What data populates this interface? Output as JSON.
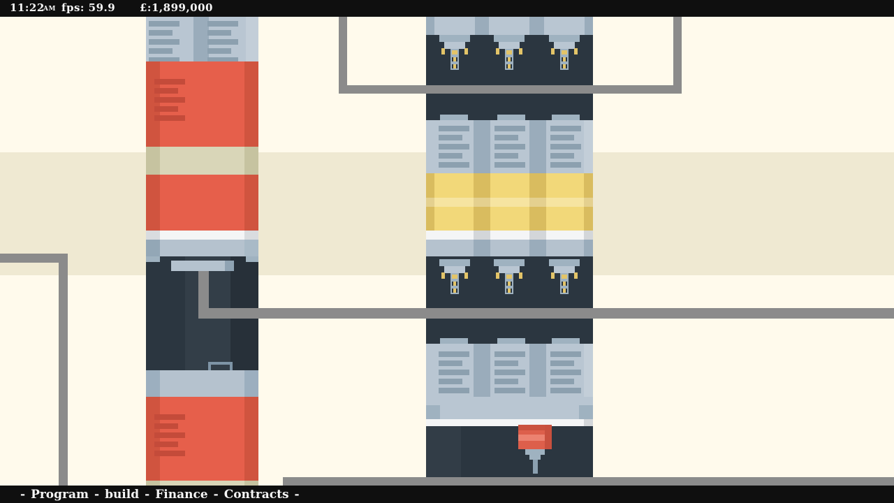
{
  "palette": {
    "cream": "#fffaec",
    "band_beige": "#efe9d2",
    "bar_black": "#0f0f0f",
    "hud_text": "#f5f5f5",
    "pipe_gray": "#8b8b8b",
    "hull_light": "#b9c6d2",
    "hull_medium": "#9aacbb",
    "hull_shade": "#8ca0af",
    "ring_blue": "#b5c2ce",
    "white_ring": "#f4f5f6",
    "dark_section": "#2b3640",
    "dark_section_light": "#333e48",
    "red_main": "#e65f4b",
    "red_dark": "#d0543f",
    "red_stripe": "#c44b3a",
    "khaki": "#d9d6b8",
    "khaki_dark": "#c6c3a0",
    "yellow_main": "#f2d879",
    "yellow_dark": "#d9bc5f",
    "engine_yellow": "#e3c468"
  },
  "hud": {
    "time": "11:22",
    "meridiem": "AM",
    "fps": "fps: 59.9",
    "money": "£:1,899,000"
  },
  "menu": {
    "separator": "-",
    "items": [
      "Program",
      "build",
      "Finance",
      "Contracts"
    ]
  }
}
